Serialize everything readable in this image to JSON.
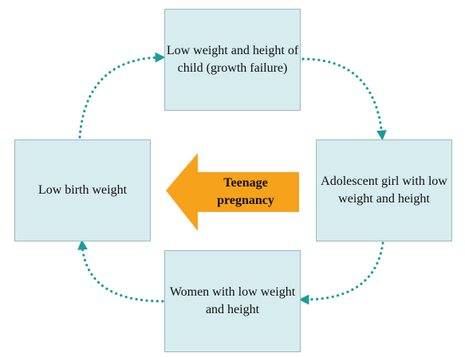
{
  "diagram": {
    "nodes": {
      "top": {
        "label": "Low weight and height of child (growth failure)"
      },
      "right": {
        "label": "Adolescent girl with low weight and height"
      },
      "bottom": {
        "label": "Women with low weight and height"
      },
      "left": {
        "label": "Low birth weight"
      }
    },
    "center_arrow": {
      "label": "Teenage pregnancy",
      "direction": "left",
      "fill_color": "#f7a21b"
    },
    "box_fill_color": "#d6ecef",
    "connector_color": "#1a9c9c",
    "connectors": [
      {
        "from": "top",
        "to": "right",
        "style": "dotted"
      },
      {
        "from": "right",
        "to": "bottom",
        "style": "dotted"
      },
      {
        "from": "bottom",
        "to": "left",
        "style": "dotted"
      },
      {
        "from": "left",
        "to": "top",
        "style": "dotted"
      }
    ]
  }
}
